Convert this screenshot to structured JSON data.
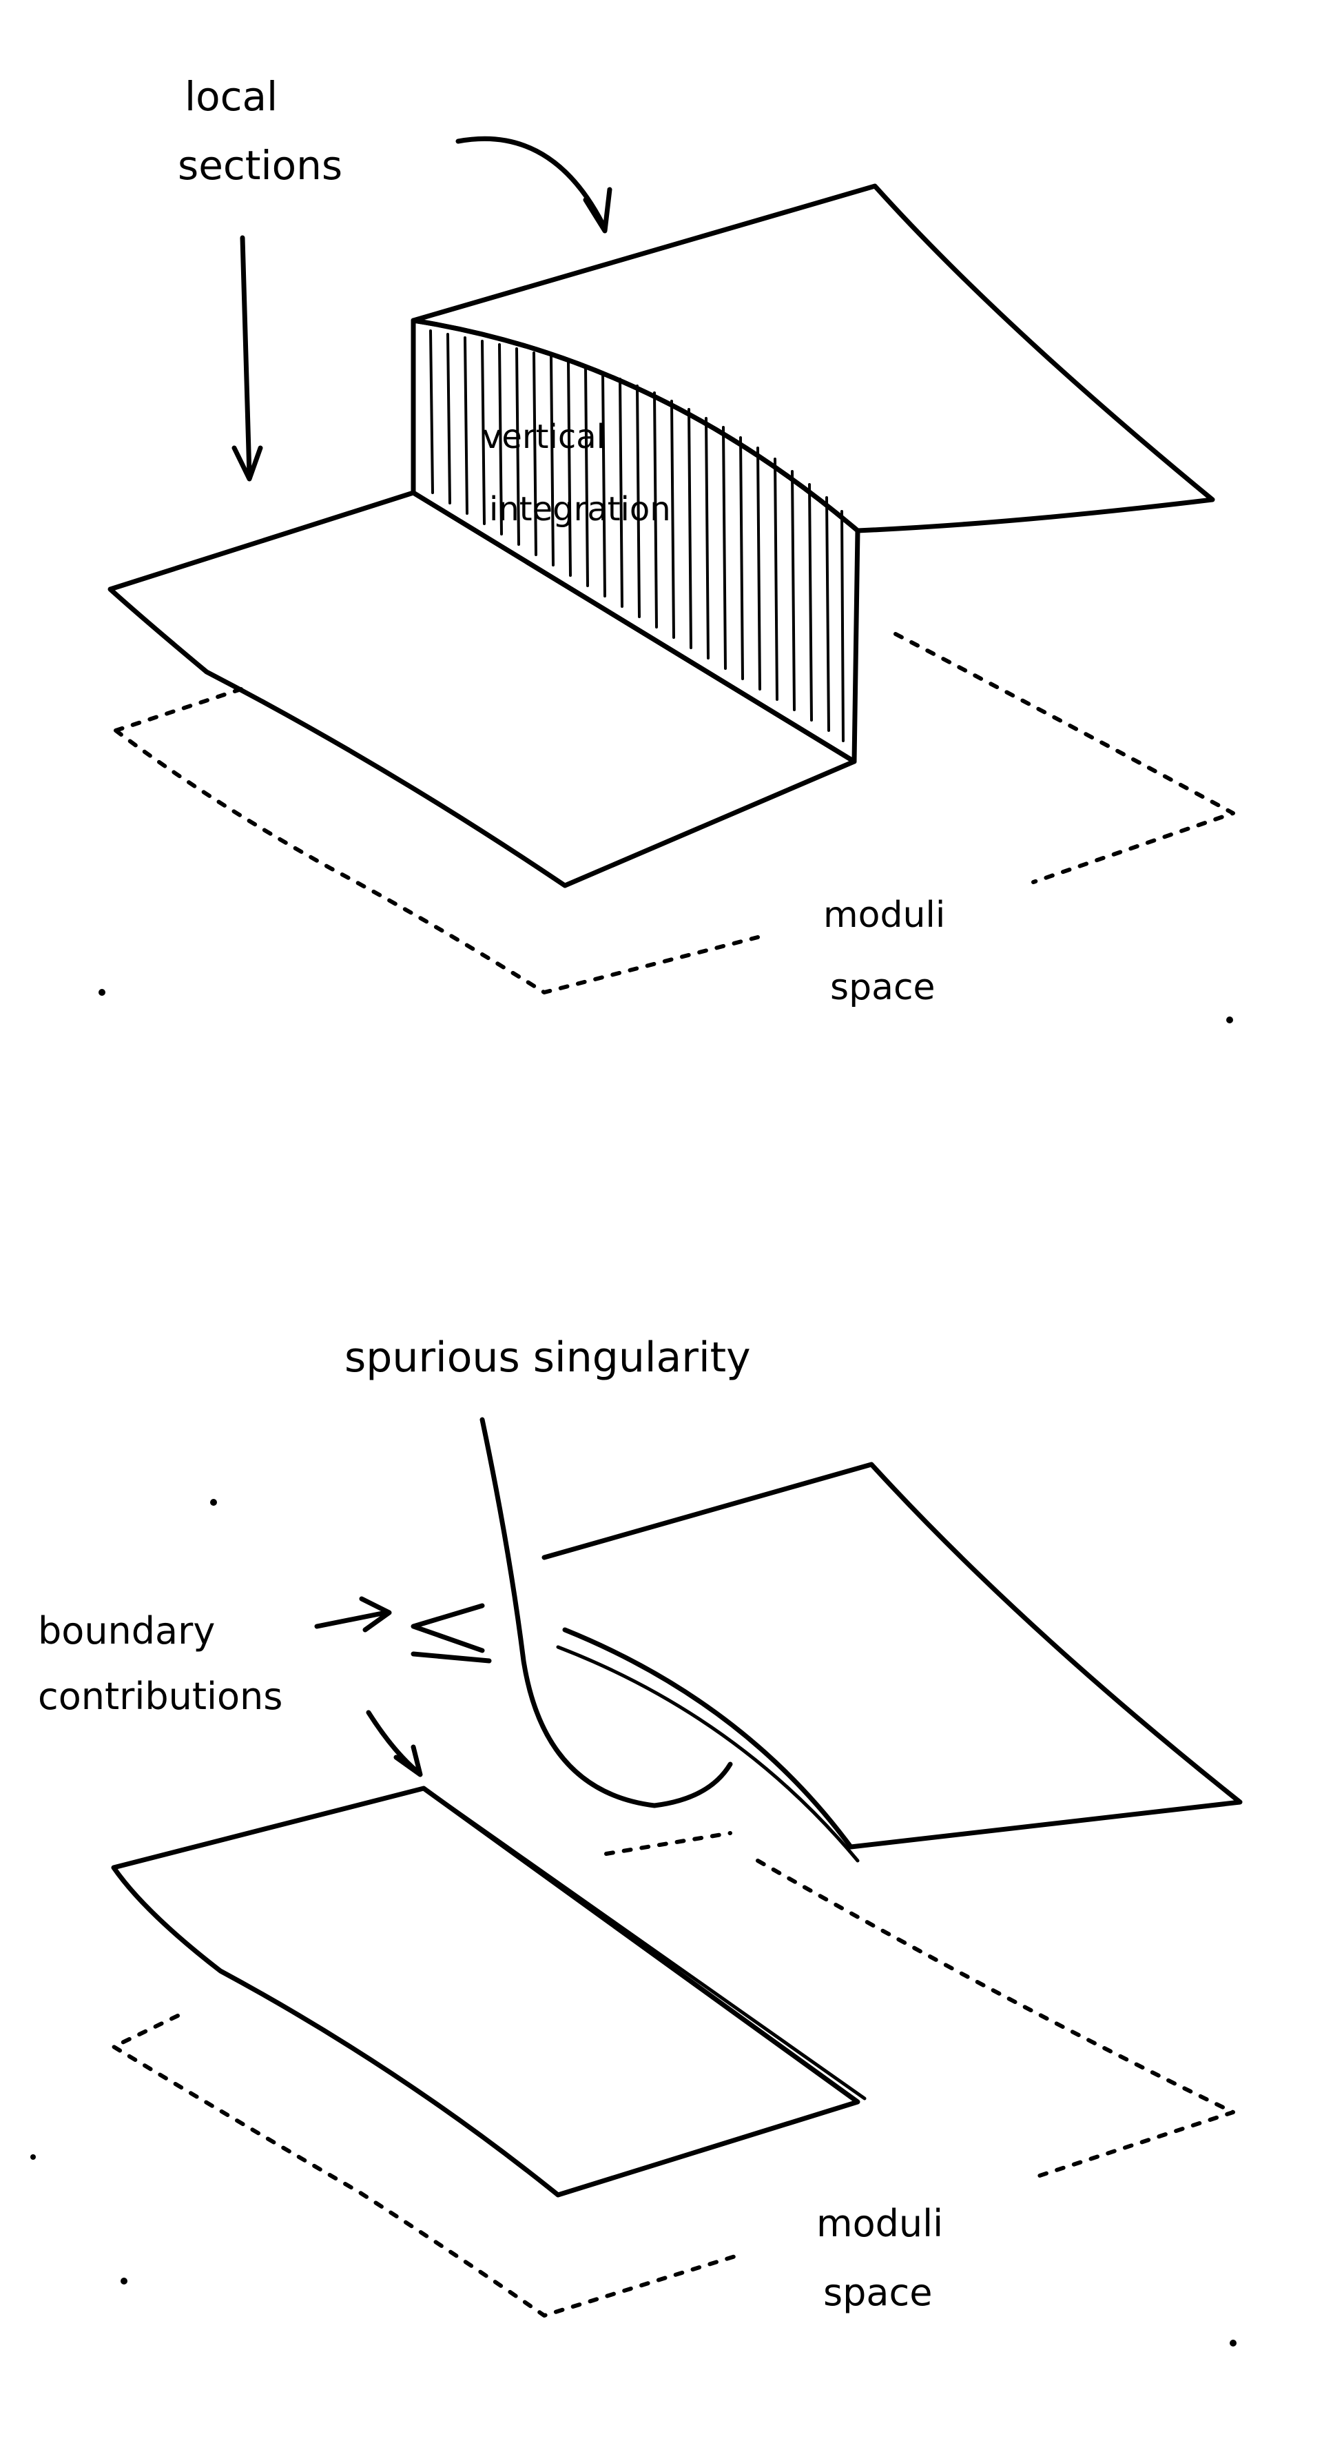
{
  "top_figure": {
    "local_sections_line1": "local",
    "local_sections_line2": "sections",
    "vertical_integration_line1": "vertical",
    "vertical_integration_line2": "integration",
    "moduli_line1": "moduli",
    "moduli_line2": "space"
  },
  "bottom_figure": {
    "spurious_singularity": "spurious singularity",
    "boundary_line1": "boundary",
    "boundary_line2": "contributions",
    "moduli_line1": "moduli",
    "moduli_line2": "space"
  }
}
